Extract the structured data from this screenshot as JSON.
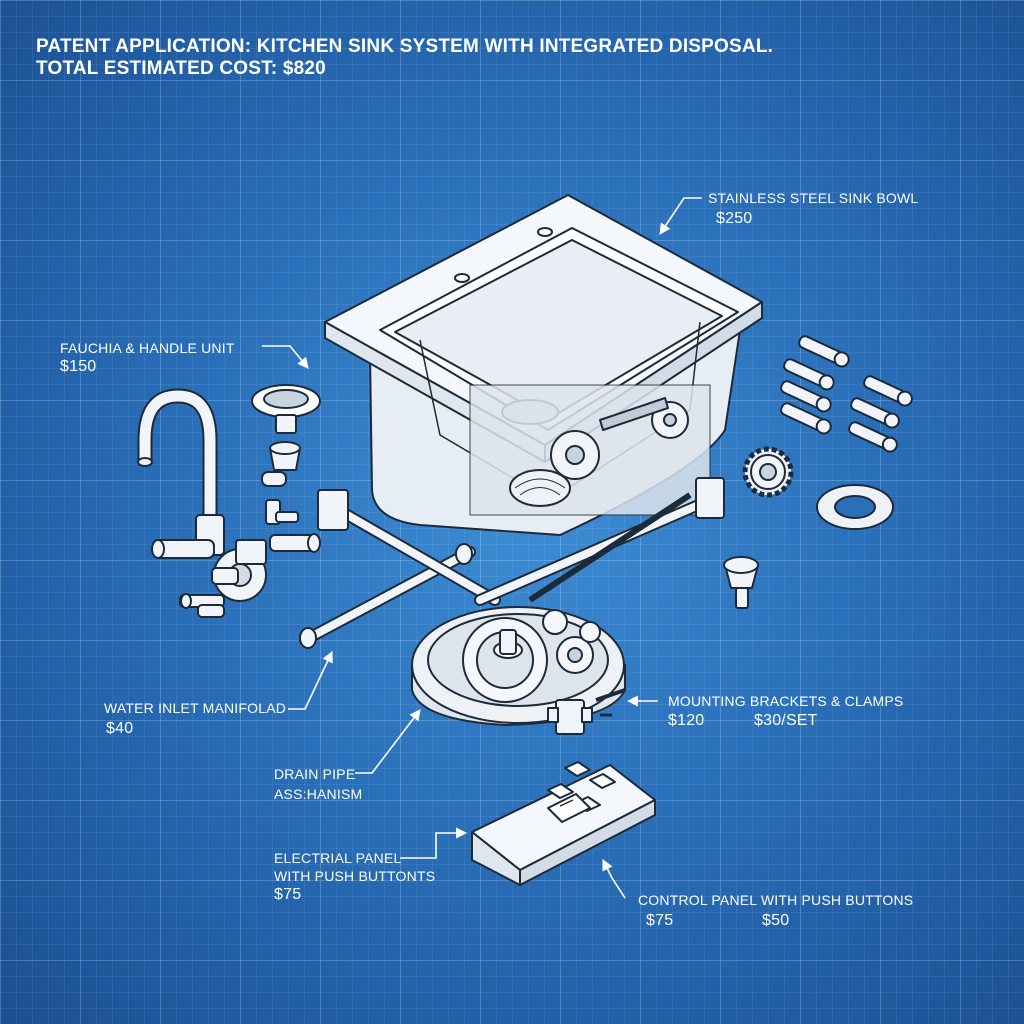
{
  "header": {
    "title": "PATENT APPLICATION: KITCHEN SINK SYSTEM WITH INTEGRATED DISPOSAL.",
    "total": "TOTAL ESTIMATED COST: $820"
  },
  "callouts": {
    "sink_bowl": {
      "label": "STAINLESS STEEL SINK BOWL",
      "price": "$250"
    },
    "faucet": {
      "label": "FAUCHIA & HANDLE UNIT",
      "price": "$150"
    },
    "water_inlet": {
      "label": "WATER INLET MANIFOLAD",
      "price": "$40"
    },
    "mounting": {
      "label": "MOUNTING BRACKETS & CLAMPS",
      "price": "$120",
      "price_2": "$30/SET"
    },
    "drain": {
      "label_line1": "DRAIN PIPE",
      "label_line2": "ASS:HANISM"
    },
    "electrical": {
      "label_line1": "ELECTRIAL PANEL",
      "label_line2": "WITH PUSH BUTTONTS",
      "price": "$75"
    },
    "control": {
      "label": "CONTROL PANEL WITH PUSH BUTTONS",
      "price": "$75",
      "price_2": "$50"
    }
  },
  "colors": {
    "background": "#2a6fb9",
    "line": "#ffffff",
    "part_fill": "#eef3f9",
    "part_stroke": "#1c2a3a"
  }
}
